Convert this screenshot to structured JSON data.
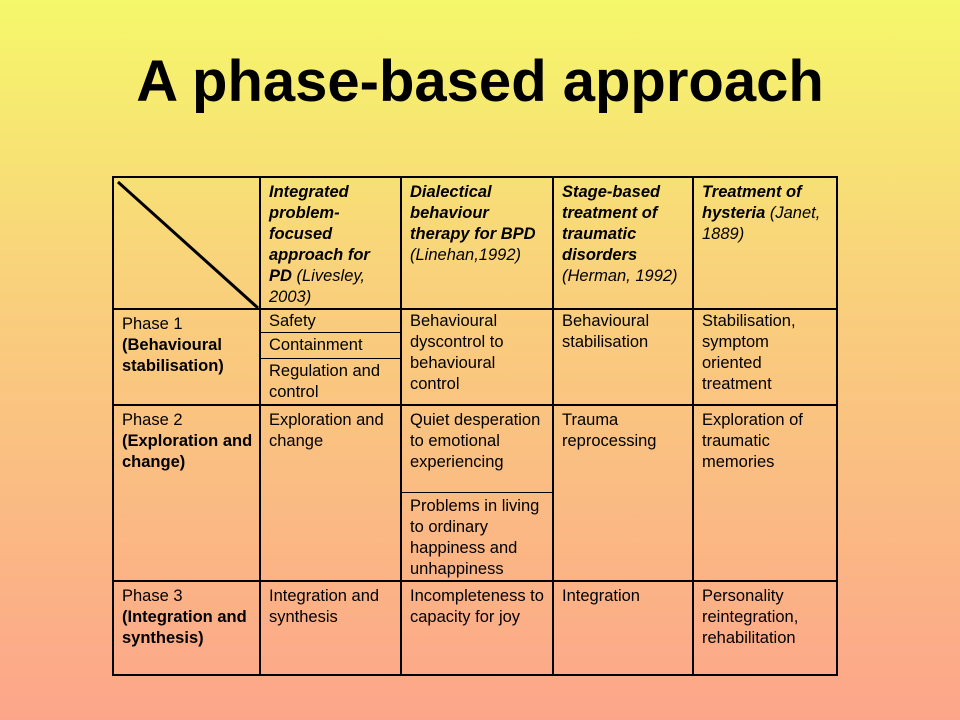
{
  "title": "A phase-based approach",
  "headers": [
    {
      "bold": "Integrated problem-focused approach for PD",
      "sub": "(Livesley, 2003)"
    },
    {
      "bold": "Dialectical behaviour therapy for BPD",
      "sub": "(Linehan,1992)"
    },
    {
      "bold": "Stage-based treatment of traumatic disorders",
      "sub": "(Herman, 1992)"
    },
    {
      "bold": "Treatment of hysteria",
      "sub": "(Janet, 1889)"
    }
  ],
  "phases": [
    {
      "label": "Phase 1",
      "name": "(Behavioural stabilisation)",
      "c1": [
        "Safety",
        "Containment",
        "Regulation and control"
      ],
      "c2": [
        "Behavioural dyscontrol to behavioural control"
      ],
      "c3": "Behavioural stabilisation",
      "c4": "Stabilisation, symptom oriented treatment"
    },
    {
      "label": "Phase 2",
      "name": "(Exploration and change)",
      "c1": [
        "Exploration and change"
      ],
      "c2": [
        "Quiet desperation to emotional experiencing",
        "Problems in living to ordinary happiness and unhappiness"
      ],
      "c3": "Trauma reprocessing",
      "c4": "Exploration of traumatic memories"
    },
    {
      "label": "Phase 3",
      "name": "(Integration and synthesis)",
      "c1": [
        "Integration and synthesis"
      ],
      "c2": [
        "Incompleteness to capacity for joy"
      ],
      "c3": "Integration",
      "c4": "Personality reintegration, rehabilitation"
    }
  ]
}
